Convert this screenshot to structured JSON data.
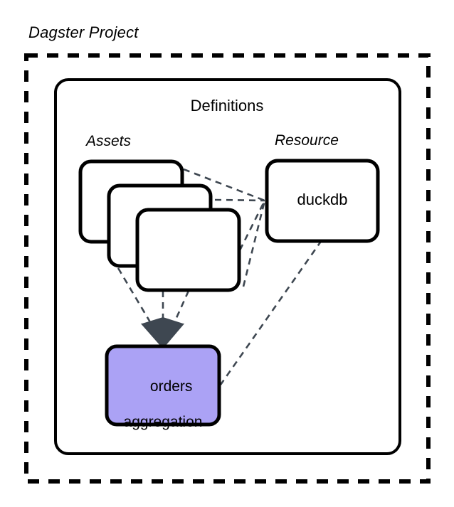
{
  "diagram": {
    "title": "Dagster Project",
    "container": {
      "label": "Definitions",
      "border_style": "dashed",
      "outer_border_color": "#000000",
      "inner_border_color": "#000000"
    },
    "groups": [
      {
        "id": "assets",
        "label": "Assets",
        "style": "italic"
      },
      {
        "id": "resource",
        "label": "Resource",
        "style": "italic"
      }
    ],
    "nodes": [
      {
        "id": "asset-card-back",
        "kind": "asset-card",
        "label": "",
        "fill": "#ffffff",
        "stroke": "#000000"
      },
      {
        "id": "asset-card-middle",
        "kind": "asset-card",
        "label": "",
        "fill": "#ffffff",
        "stroke": "#000000"
      },
      {
        "id": "asset-card-front",
        "kind": "asset-card",
        "label": "",
        "fill": "#ffffff",
        "stroke": "#000000"
      },
      {
        "id": "duckdb",
        "kind": "resource-card",
        "label": "duckdb",
        "fill": "#ffffff",
        "stroke": "#000000"
      },
      {
        "id": "orders-aggregation",
        "kind": "asset-output",
        "label_line1": "orders",
        "label_line2": "aggregation",
        "fill": "#aba2f5",
        "stroke": "#000000"
      }
    ],
    "edges": [
      {
        "from": "asset-card-back",
        "to": "duckdb",
        "style": "dashed",
        "arrow": "none"
      },
      {
        "from": "asset-card-middle",
        "to": "duckdb",
        "style": "dashed",
        "arrow": "none"
      },
      {
        "from": "asset-card-front",
        "to": "duckdb",
        "style": "dashed",
        "arrow": "none"
      },
      {
        "from": "asset-card-back",
        "to": "orders-aggregation",
        "style": "dashed",
        "arrow": "diamond-head"
      },
      {
        "from": "asset-card-middle",
        "to": "orders-aggregation",
        "style": "dashed",
        "arrow": "diamond-head"
      },
      {
        "from": "asset-card-front",
        "to": "orders-aggregation",
        "style": "dashed",
        "arrow": "diamond-head"
      },
      {
        "from": "duckdb",
        "to": "orders-aggregation",
        "style": "dashed",
        "arrow": "none"
      }
    ],
    "colors": {
      "accent_purple": "#aba2f5",
      "arrowhead": "#3e4751",
      "edge": "#3e4751",
      "outline": "#000000",
      "background": "#ffffff"
    }
  }
}
